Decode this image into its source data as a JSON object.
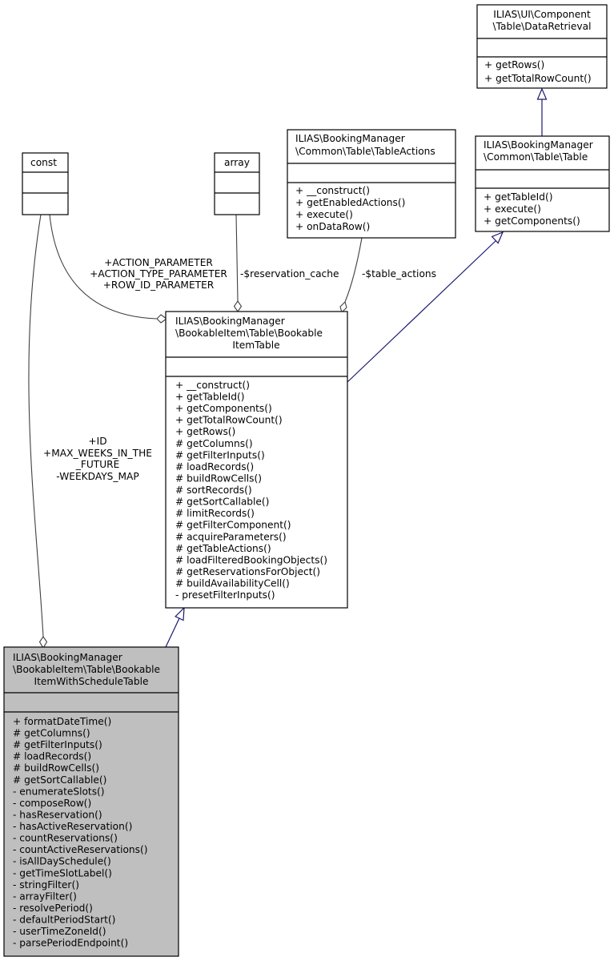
{
  "classes": {
    "data_retrieval": {
      "name_lines": [
        "ILIAS\\UI\\Component",
        "\\Table\\DataRetrieval"
      ],
      "attributes": [],
      "methods": [
        "+ getRows()",
        "+ getTotalRowCount()"
      ]
    },
    "common_table": {
      "name_lines": [
        "ILIAS\\BookingManager",
        "\\Common\\Table\\Table"
      ],
      "attributes": [],
      "methods": [
        "+ getTableId()",
        "+ execute()",
        "+ getComponents()"
      ]
    },
    "table_actions": {
      "name_lines": [
        "ILIAS\\BookingManager",
        "\\Common\\Table\\TableActions"
      ],
      "attributes": [],
      "methods": [
        "+ __construct()",
        "+ getEnabledActions()",
        "+ execute()",
        "+ onDataRow()"
      ]
    },
    "const": {
      "name_lines": [
        "const"
      ],
      "attributes": [],
      "methods": []
    },
    "array": {
      "name_lines": [
        "array"
      ],
      "attributes": [],
      "methods": []
    },
    "bookable_item_table": {
      "name_lines": [
        "ILIAS\\BookingManager",
        "\\BookableItem\\Table\\Bookable",
        "ItemTable"
      ],
      "attributes": [],
      "methods": [
        "+ __construct()",
        "+ getTableId()",
        "+ getComponents()",
        "+ getTotalRowCount()",
        "+ getRows()",
        "# getColumns()",
        "# getFilterInputs()",
        "# loadRecords()",
        "# buildRowCells()",
        "# sortRecords()",
        "# getSortCallable()",
        "# limitRecords()",
        "# getFilterComponent()",
        "# acquireParameters()",
        "# getTableActions()",
        "# loadFilteredBookingObjects()",
        "# getReservationsForObject()",
        "# buildAvailabilityCell()",
        "- presetFilterInputs()"
      ]
    },
    "bookable_item_with_schedule_table": {
      "name_lines": [
        "ILIAS\\BookingManager",
        "\\BookableItem\\Table\\Bookable",
        "ItemWithScheduleTable"
      ],
      "attributes": [],
      "methods": [
        "+ formatDateTime()",
        "# getColumns()",
        "# getFilterInputs()",
        "# loadRecords()",
        "# buildRowCells()",
        "# getSortCallable()",
        "- enumerateSlots()",
        "- composeRow()",
        "- hasReservation()",
        "- hasActiveReservation()",
        "- countReservations()",
        "- countActiveReservations()",
        "- isAllDaySchedule()",
        "- getTimeSlotLabel()",
        "- stringFilter()",
        "- arrayFilter()",
        "- resolvePeriod()",
        "- defaultPeriodStart()",
        "- userTimeZoneId()",
        "- parsePeriodEndpoint()"
      ]
    }
  },
  "edge_labels": {
    "const_to_table": [
      "+ACTION_PARAMETER",
      "+ACTION_TYPE_PARAMETER",
      "+ROW_ID_PARAMETER"
    ],
    "const_to_schedule": [
      "+ID",
      "+MAX_WEEKS_IN_THE",
      "_FUTURE",
      "-WEEKDAYS_MAP"
    ],
    "array_to_table": [
      "-$reservation_cache"
    ],
    "actions_to_table": [
      "-$table_actions"
    ]
  },
  "colors": {
    "border": "#000000",
    "inheritance_edge": "#191970",
    "usage_edge": "#404040",
    "highlight_fill": "#bfbfbf",
    "fill": "#ffffff"
  }
}
